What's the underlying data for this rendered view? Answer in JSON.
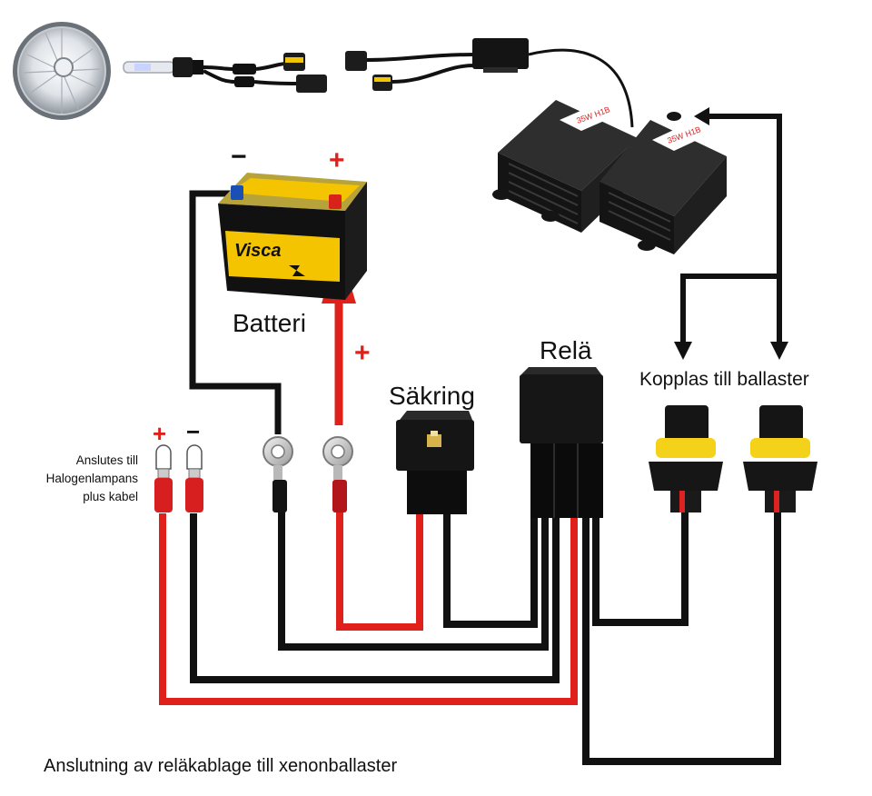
{
  "labels": {
    "battery": "Batteri",
    "fuse": "Säkring",
    "relay": "Relä",
    "connect_ballasts": "Kopplas till ballaster",
    "halogen_line1": "Anslutes till",
    "halogen_line2": "Halogenlampans",
    "halogen_line3": "plus kabel",
    "caption": "Anslutning av reläkablage till xenonballaster"
  },
  "battery_brand": "Visca",
  "ballast_text": "35W H1B",
  "polarity": {
    "battery_minus": "−",
    "battery_plus": "+",
    "arrow_plus": "+",
    "halogen_plus": "+",
    "halogen_minus": "−"
  },
  "colors": {
    "wire_red": "#e0211b",
    "wire_black": "#111111",
    "battery_yellow": "#f5c400",
    "connector_yellow": "#f4d21a"
  },
  "icons": [
    "headlight-icon",
    "xenon-bulb-icon",
    "battery-icon",
    "ballast-icon",
    "fuse-holder-icon",
    "relay-icon",
    "ring-terminal-icon",
    "spade-terminal-icon",
    "h1-connector-icon"
  ]
}
